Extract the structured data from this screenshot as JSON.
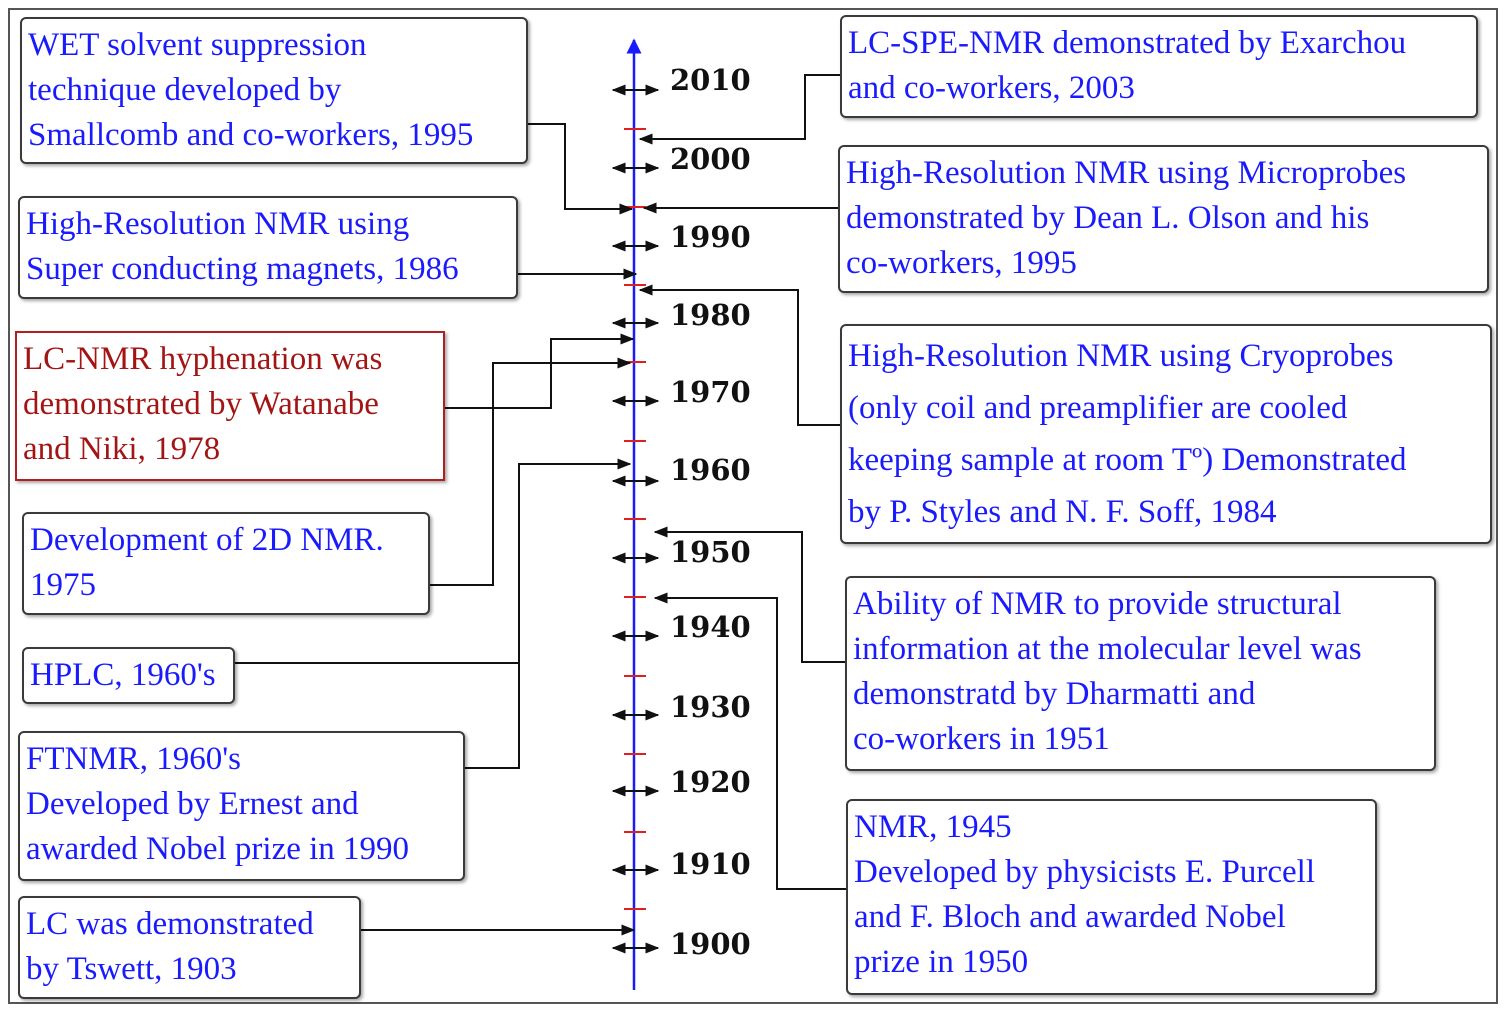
{
  "colors": {
    "axis": "#1a1aff",
    "event_text": "#1a1aff",
    "highlight_text": "#a31515",
    "decade_tick": "#e02020",
    "connector": "#111111"
  },
  "years": [
    "2010",
    "2000",
    "1990",
    "1980",
    "1970",
    "1960",
    "1950",
    "1940",
    "1930",
    "1920",
    "1910",
    "1900"
  ],
  "events": {
    "wet": "WET solvent suppression\ntechnique developed by\nSmallcomb and co-workers, 1995",
    "hr_magnets": "High-Resolution NMR using\nSuper conducting magnets, 1986",
    "lc_nmr": "LC-NMR hyphenation was\ndemonstrated by Watanabe\nand Niki, 1978",
    "twod": "Development of 2D NMR.\n1975",
    "hplc": "HPLC, 1960's",
    "ftnmr": "FTNMR, 1960's\nDeveloped by Ernest and\nawarded Nobel prize in 1990",
    "lc": "LC was demonstrated\nby Tswett, 1903",
    "lc_spe": "LC-SPE-NMR demonstrated by Exarchou\nand co-workers, 2003",
    "microprobes": "High-Resolution NMR using Microprobes\ndemonstrated by Dean L. Olson and his\nco-workers, 1995",
    "cryoprobes": "High-Resolution NMR using Cryoprobes\n(only coil and preamplifier are cooled\nkeeping sample at room Tº) Demonstrated\nby P. Styles and N. F. Soff, 1984",
    "structural": "Ability of NMR to provide structural\ninformation at the molecular level was\ndemonstratd by Dharmatti and\nco-workers in 1951",
    "nmr1945": "NMR, 1945\nDeveloped by physicists E. Purcell\nand F. Bloch and awarded Nobel\nprize in 1950"
  }
}
